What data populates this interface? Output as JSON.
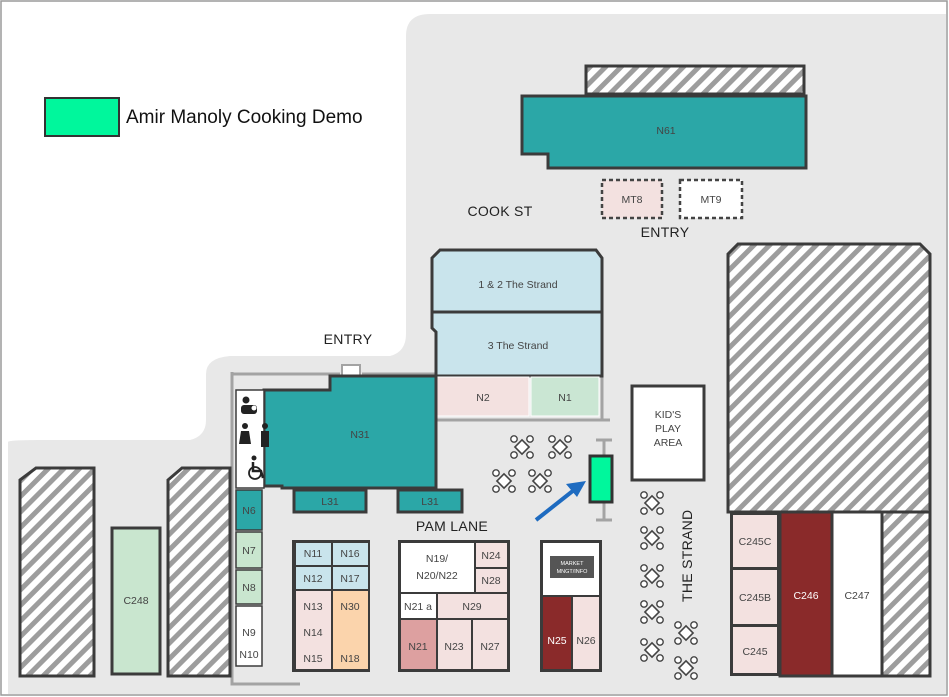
{
  "legend": {
    "label": "Amir Manoly Cooking Demo",
    "color": "#00f79c"
  },
  "streets": {
    "cook_st": "COOK ST",
    "pam_lane": "PAM LANE",
    "the_strand": "THE STRAND"
  },
  "entries": {
    "north": "ENTRY",
    "west": "ENTRY"
  },
  "colors": {
    "teal": "#2ba7a7",
    "light_blue": "#c9e4ec",
    "light_pink": "#f3e1e0",
    "light_green": "#cae6d3",
    "green": "#c9e6cf",
    "orange": "#fbd4ac",
    "rose": "#dda0a0",
    "maroon": "#8a2a2a",
    "frame": "#3b3b3b",
    "ground": "#e8e8e8"
  },
  "stalls": {
    "N61": "N61",
    "MT8": "MT8",
    "MT9": "MT9",
    "strand12": "1 & 2 The Strand",
    "strand3": "3 The Strand",
    "N1": "N1",
    "N2": "N2",
    "N31": "N31",
    "L31a": "L31",
    "L31b": "L31",
    "kids1": "KID'S",
    "kids2": "PLAY",
    "kids3": "AREA",
    "N6": "N6",
    "N7": "N7",
    "N8": "N8",
    "N9": "N9",
    "N10": "N10",
    "N11": "N11",
    "N16": "N16",
    "N12": "N12",
    "N17": "N17",
    "N13": "N13",
    "N14": "N14",
    "N15": "N15",
    "N30": "N30",
    "N18": "N18",
    "N19a": "N19/",
    "N19b": "N20/N22",
    "N24": "N24",
    "N28": "N28",
    "N21a": "N21 a",
    "N29": "N29",
    "N21": "N21",
    "N23": "N23",
    "N27": "N27",
    "market1": "MARKET",
    "market2": "MNGT/INFO",
    "N25": "N25",
    "N26": "N26",
    "C245C": "C245C",
    "C245B": "C245B",
    "C245": "C245",
    "C246": "C246",
    "C247": "C247",
    "C248": "C248"
  }
}
